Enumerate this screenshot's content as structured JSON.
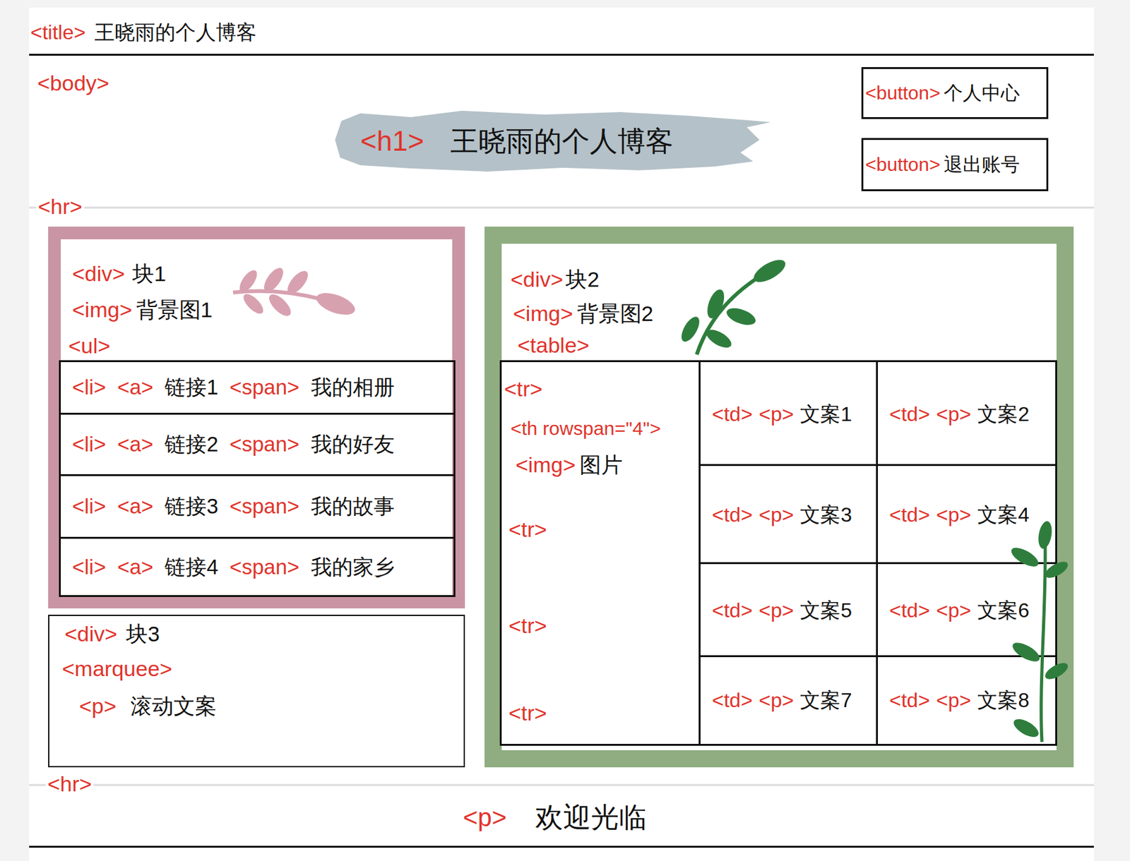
{
  "diagram": {
    "nodes": [
      {
        "text": [
          "<title>",
          "王晓雨的个人博客"
        ]
      },
      {
        "text": [
          "<body>"
        ]
      },
      {
        "text": [
          "<h1>",
          "王晓雨的个人博客"
        ],
        "in": 1
      },
      {
        "text": [
          "<button>",
          "个人中心"
        ],
        "in": 1
      },
      {
        "text": [
          "<button>",
          "退出账号"
        ],
        "in": 1
      },
      {
        "text": [
          "<div>",
          "块1",
          "<img>",
          "背景图1",
          "<ul>"
        ],
        "in": 1
      },
      {
        "text": [
          "<li>",
          "<a>",
          "链接1",
          "<span>",
          "我的相册"
        ],
        "in": 5
      },
      {
        "text": [
          "<li>",
          "<a>",
          "链接2",
          "<span>",
          "我的好友"
        ],
        "in": 5
      },
      {
        "text": [
          "<li>",
          "<a>",
          "链接3",
          "<span>",
          "我的故事"
        ],
        "in": 5
      },
      {
        "text": [
          "<li>",
          "<a>",
          "链接4",
          "<span>",
          "我的家乡"
        ],
        "in": 5
      },
      {
        "text": [
          "<div>",
          "块2",
          "<img>",
          "背景图2"
        ],
        "in": 1
      },
      {
        "text": [
          "<table>"
        ],
        "in": 10
      },
      {
        "text": [
          "<tr>",
          "<th rowspan=\"4\">",
          "<img>",
          "图片",
          "<tr>",
          "<tr>",
          "<tr>"
        ],
        "in": 11
      },
      {
        "text": [
          "<td>",
          "<p>",
          "文案1"
        ],
        "in": 11
      },
      {
        "text": [
          "<td>",
          "<p>",
          "文案2"
        ],
        "in": 11
      },
      {
        "text": [
          "<td>",
          "<p>",
          "文案3"
        ],
        "in": 11
      },
      {
        "text": [
          "<td>",
          "<p>",
          "文案4"
        ],
        "in": 11
      },
      {
        "text": [
          "<td>",
          "<p>",
          "文案5"
        ],
        "in": 11
      },
      {
        "text": [
          "<td>",
          "<p>",
          "文案6"
        ],
        "in": 11
      },
      {
        "text": [
          "<td>",
          "<p>",
          "文案7"
        ],
        "in": 11
      },
      {
        "text": [
          "<td>",
          "<p>",
          "文案8"
        ],
        "in": 11
      },
      {
        "text": [
          "<div>",
          "块3",
          "<marquee>",
          "<p>",
          "滚动文案"
        ],
        "in": 1
      }
    ],
    "labels": [
      "<hr>",
      "<hr>",
      "<p>",
      "欢迎光临"
    ]
  }
}
